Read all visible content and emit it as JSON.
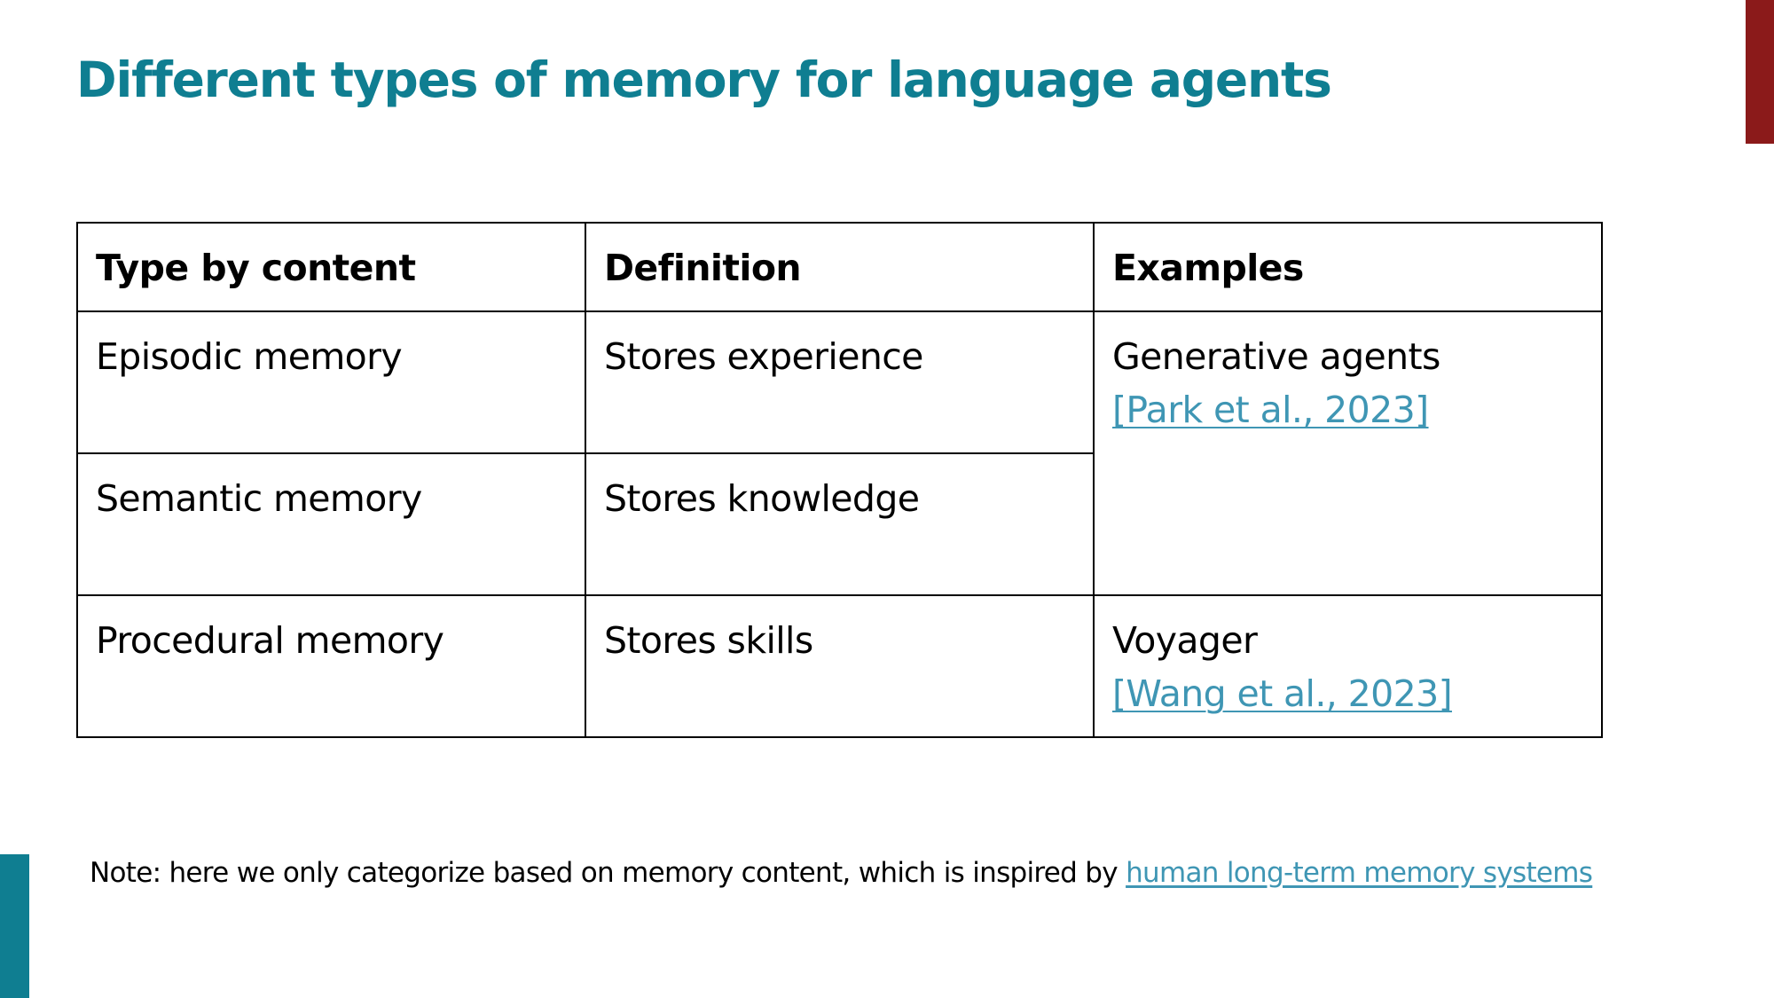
{
  "slide": {
    "title": "Different types of memory for language agents",
    "accent_colors": {
      "title": "#0f7e91",
      "top_right_bar": "#8b1a1a",
      "bottom_left_bar": "#0f7e91",
      "link": "#3f96b4"
    }
  },
  "table": {
    "headers": [
      "Type by content",
      "Definition",
      "Examples"
    ],
    "rows": [
      {
        "type": "Episodic memory",
        "definition": "Stores experience"
      },
      {
        "type": "Semantic memory",
        "definition": "Stores knowledge"
      },
      {
        "type": "Procedural memory",
        "definition": "Stores skills"
      }
    ],
    "examples": [
      {
        "name": "Generative agents",
        "citation": "[Park et al., 2023]",
        "applies_to_rows": [
          "Episodic memory",
          "Semantic memory"
        ]
      },
      {
        "name": "Voyager",
        "citation": "[Wang et al., 2023]",
        "applies_to_rows": [
          "Procedural memory"
        ]
      }
    ]
  },
  "note": {
    "text": "Note: here we only categorize based on memory content, which is inspired by ",
    "link_text": "human long-term memory systems"
  }
}
